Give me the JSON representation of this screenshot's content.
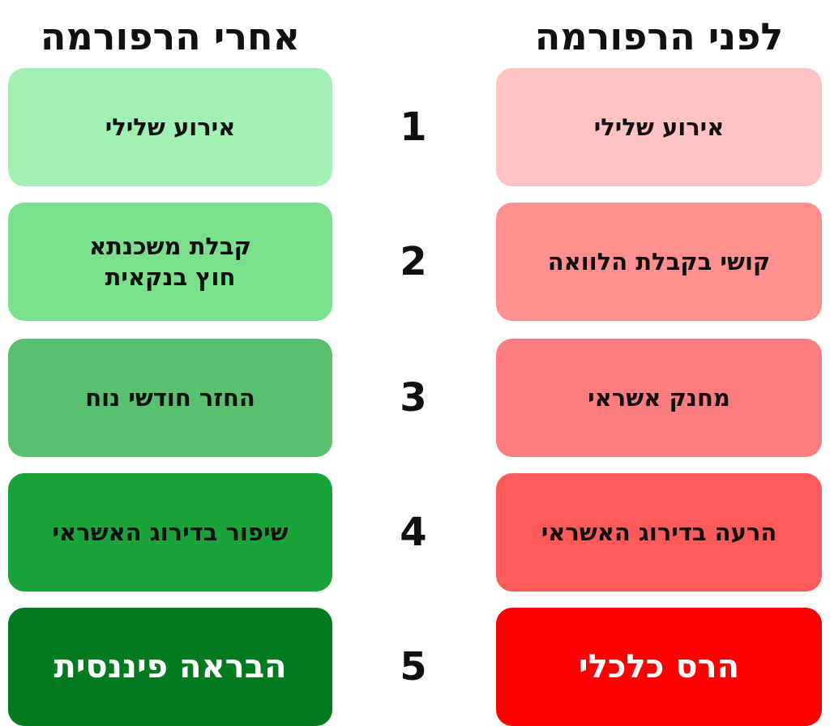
{
  "headers": {
    "after": "אחרי הרפורמה",
    "before": "לפני הרפורמה"
  },
  "steps": [
    "1",
    "2",
    "3",
    "4",
    "5"
  ],
  "after_items": [
    {
      "lines": [
        "אירוע שלילי"
      ],
      "color": "#a3f0b5"
    },
    {
      "lines": [
        "קבלת משכנתא",
        "חוץ בנקאית"
      ],
      "color": "#7ae08e"
    },
    {
      "lines": [
        "החזר חודשי נוח"
      ],
      "color": "#58c06e"
    },
    {
      "lines": [
        "שיפור בדירוג האשראי"
      ],
      "color": "#1aa33b"
    },
    {
      "lines": [
        "הבראה פיננסית"
      ],
      "color": "#047a20"
    }
  ],
  "before_items": [
    {
      "lines": [
        "אירוע שלילי"
      ],
      "color": "#ffc3c3"
    },
    {
      "lines": [
        "קושי בקבלת הלוואה"
      ],
      "color": "#ff9090"
    },
    {
      "lines": [
        "מחנק אשראי"
      ],
      "color": "#fb7d7d"
    },
    {
      "lines": [
        "הרעה בדירוג האשראי"
      ],
      "color": "#ff5a5a"
    },
    {
      "lines": [
        "הרס כלכלי"
      ],
      "color": "#ff0000"
    }
  ]
}
